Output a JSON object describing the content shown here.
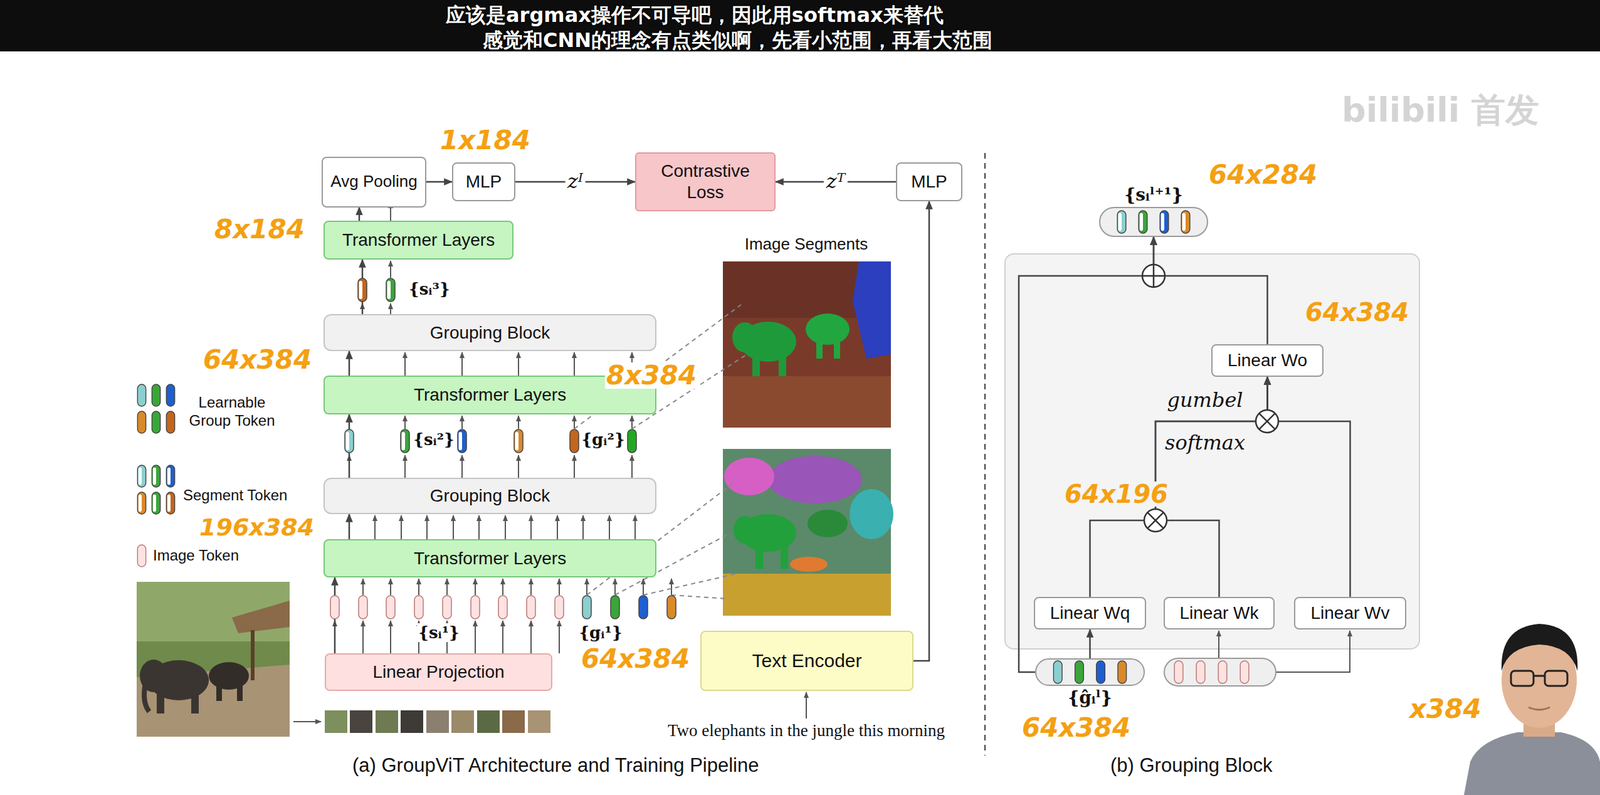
{
  "diagram": {
    "nodes": [
      {
        "text": [
          "Avg Pooling"
        ]
      },
      {
        "text": [
          "MLP"
        ]
      },
      {
        "text": [
          "Contrastive Loss"
        ]
      },
      {
        "text": [
          "MLP"
        ]
      },
      {
        "text": [
          "Transformer Layers"
        ]
      },
      {
        "text": [
          "Grouping Block"
        ]
      },
      {
        "text": [
          "Transformer Layers"
        ]
      },
      {
        "text": [
          "Grouping Block"
        ]
      },
      {
        "text": [
          "Transformer Layers"
        ]
      },
      {
        "text": [
          "Linear Projection"
        ]
      },
      {
        "text": [
          "Text Encoder"
        ]
      },
      {
        "text": [
          "{sᵢˡ⁺¹}"
        ]
      },
      {
        "text": [
          "Linear Wo"
        ]
      },
      {
        "text": [
          "Linear Wq"
        ]
      },
      {
        "text": [
          "Linear Wk"
        ]
      },
      {
        "text": [
          "Linear Wv"
        ]
      },
      {
        "text": [
          "{ĝᵢˡ}"
        ]
      }
    ],
    "edges": [
      {
        "from": 0,
        "to": 1,
        "arrow": "to"
      },
      {
        "from": 1,
        "to": 2,
        "label": "zᴵ",
        "arrow": "to"
      },
      {
        "from": 3,
        "to": 2,
        "label": "zᵀ",
        "arrow": "to"
      },
      {
        "from": 10,
        "to": 3,
        "arrow": "to"
      },
      {
        "from": 4,
        "to": 0,
        "arrow": "to"
      },
      {
        "from": 5,
        "to": 4,
        "arrow": "to"
      },
      {
        "from": 6,
        "to": 5,
        "arrow": "to"
      },
      {
        "from": 7,
        "to": 6,
        "arrow": "to"
      },
      {
        "from": 8,
        "to": 7,
        "arrow": "to"
      },
      {
        "from": 9,
        "to": 8,
        "arrow": "to"
      },
      {
        "from": 13,
        "to": 12,
        "arrow": "to"
      },
      {
        "from": 14,
        "to": 12,
        "arrow": "to"
      },
      {
        "from": 15,
        "to": 12,
        "arrow": "to"
      },
      {
        "from": 12,
        "to": 11,
        "arrow": "to"
      },
      {
        "from": 16,
        "to": 11,
        "arrow": "to"
      },
      {
        "from": 16,
        "to": 13,
        "arrow": "to"
      }
    ],
    "labels": [
      "应该是argmax操作不可导吧，因此用softmax来替代",
      "感觉和CNN的理念有点类似啊，先看小范围，再看大范围",
      "bilibili 首发",
      "Image Segments",
      "{sᵢ³}",
      "{sᵢ²}",
      "{gᵢ²}",
      "{sᵢ¹}",
      "{gᵢ¹}",
      "Two elephants in the jungle this morning",
      "(a) GroupViT Architecture and Training Pipeline",
      "gumbel softmax",
      "(b) Grouping Block",
      "1x184",
      "8x184",
      "64x384",
      "8x384",
      "196x384",
      "64x384",
      "64x284",
      "64x384",
      "64x196",
      "64x384",
      "x384"
    ],
    "legend": [
      {
        "text": "Learnable Group Token"
      },
      {
        "text": "Segment Token"
      },
      {
        "text": "Image Token"
      }
    ]
  }
}
